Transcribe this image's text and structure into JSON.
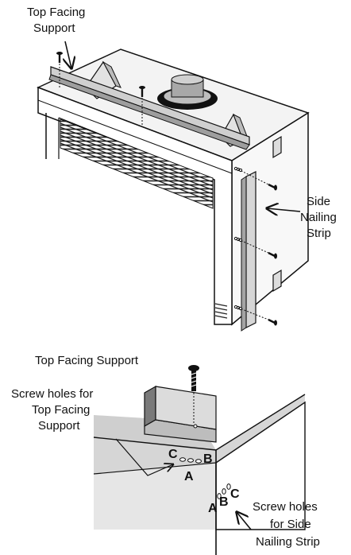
{
  "top_diagram": {
    "label_top_facing_line1": "Top Facing",
    "label_top_facing_line2": "Support",
    "label_side_line1": "Side",
    "label_side_line2": "Nailing",
    "label_side_line3": "Strip"
  },
  "bottom_diagram": {
    "label_top_facing": "Top Facing Support",
    "label_screw_top_line1": "Screw holes for",
    "label_screw_top_line2": "Top Facing",
    "label_screw_top_line3": "Support",
    "label_screw_side_line1": "Screw holes",
    "label_screw_side_line2": "for Side",
    "label_screw_side_line3": "Nailing Strip",
    "letter_a": "A",
    "letter_b": "B",
    "letter_c": "C"
  }
}
